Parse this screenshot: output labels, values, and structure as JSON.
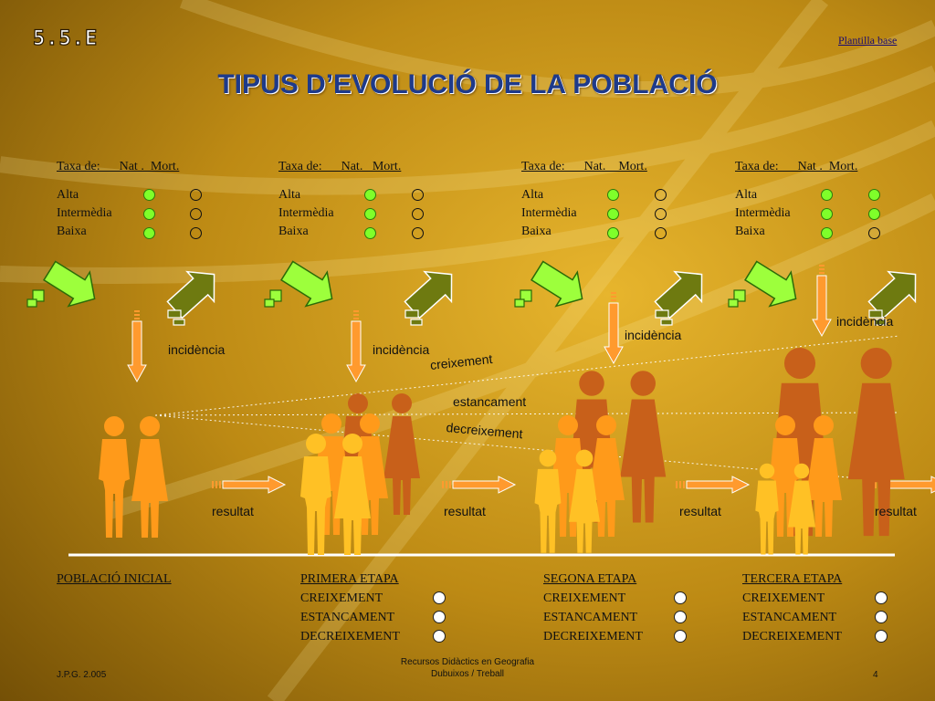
{
  "slide_code": "5.5.E",
  "plantilla_link": "Plantilla base",
  "title": "TIPUS D’EVOLUCIÓ DE LA POBLACIÓ",
  "panels": [
    {
      "header": "Taxa de:      Nat .  Mort.",
      "levels": [
        "Alta",
        "Intermèdia",
        "Baixa"
      ]
    },
    {
      "header": "Taxa de:      Nat.   Mort.",
      "levels": [
        "Alta",
        "Intermèdia",
        "Baixa"
      ]
    },
    {
      "header": "Taxa de:      Nat.    Mort.",
      "levels": [
        "Alta",
        "Intermèdia",
        "Baixa"
      ]
    },
    {
      "header": "Taxa de:      Nat .  Mort.",
      "levels": [
        "Alta",
        "Intermèdia",
        "Baixa"
      ]
    }
  ],
  "incidence_label": "incidència",
  "result_label": "resultat",
  "line_labels": {
    "growth": "creixement",
    "stagnation": "estancament",
    "decline": "decreixement"
  },
  "stages": [
    {
      "title": "POBLACIÓ INICIAL",
      "options": []
    },
    {
      "title": "PRIMERA ETAPA",
      "options": [
        "CREIXEMENT",
        "ESTANCAMENT",
        "DECREIXEMENT"
      ]
    },
    {
      "title": "SEGONA ETAPA",
      "options": [
        "CREIXEMENT",
        "ESTANCAMENT",
        "DECREIXEMENT"
      ]
    },
    {
      "title": "TERCERA ETAPA",
      "options": [
        "CREIXEMENT",
        "ESTANCAMENT",
        "DECREIXEMENT"
      ]
    }
  ],
  "footer": {
    "author": "J.P.G. 2.005",
    "center_line1": "Recursos Didàctics en Geografia",
    "center_line2": "Dubuixos / Treball",
    "page": "4"
  },
  "colors": {
    "active_dot": "#7fff2a",
    "title": "#1e3a8a",
    "arrow_orange": "#ff9a2e"
  }
}
